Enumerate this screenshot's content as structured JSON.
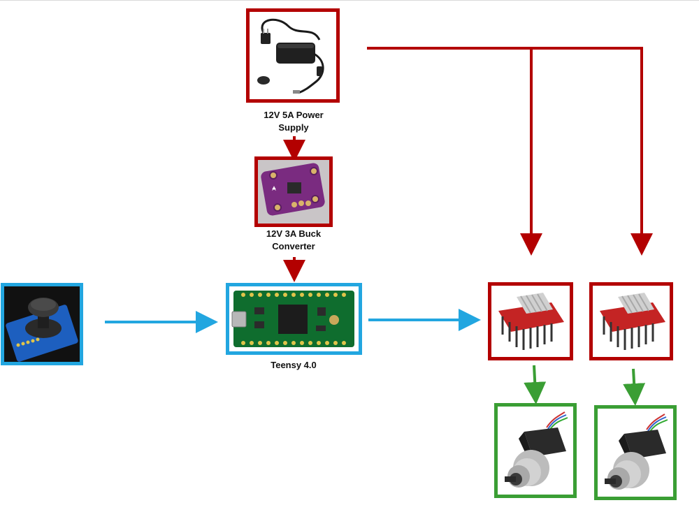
{
  "components": {
    "power_supply": {
      "label_line1": "12V 5A Power",
      "label_line2": "Supply"
    },
    "buck_converter": {
      "label_line1": "12V 3A Buck",
      "label_line2": "Converter"
    },
    "teensy": {
      "label": "Teensy 4.0"
    }
  },
  "colors": {
    "power": "#b30000",
    "signal": "#22a6e0",
    "motor": "#3a9e34"
  },
  "icons": {
    "power_supply": "power-adapter-icon",
    "buck_converter": "buck-converter-board-icon",
    "teensy": "teensy-board-icon",
    "joystick": "joystick-module-icon",
    "driver": "stepper-driver-icon",
    "motor": "stepper-motor-icon"
  }
}
